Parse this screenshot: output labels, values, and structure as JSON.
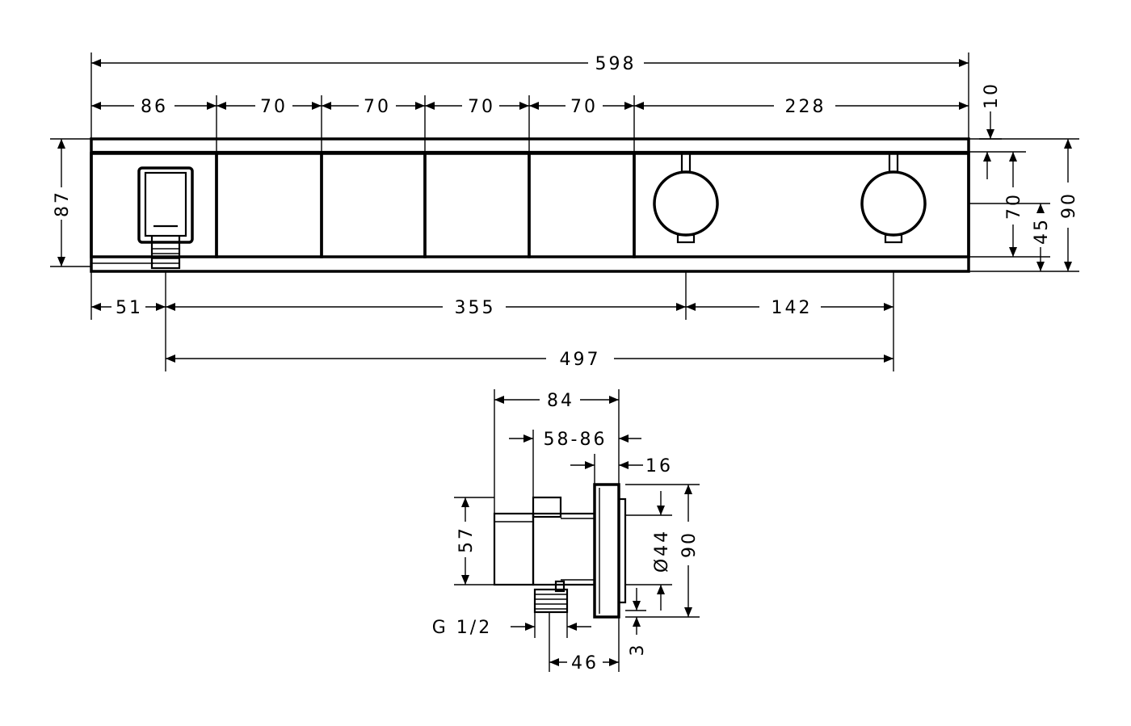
{
  "front_view": {
    "overall_width": "598",
    "segments": [
      "86",
      "70",
      "70",
      "70",
      "70",
      "228"
    ],
    "top_offset": "10",
    "height_left": "87",
    "height_right_inner": "70",
    "height_right_knob": "45",
    "height_right_total": "90",
    "bottom_left": "51",
    "bottom_middle": "355",
    "bottom_right": "142",
    "bottom_total": "497"
  },
  "side_view": {
    "depth_total": "84",
    "depth_range": "58-86",
    "plate_thickness": "16",
    "body_height": "57",
    "knob_diameter": "Ø44",
    "plate_height": "90",
    "thread_label": "G 1/2",
    "outlet_offset": "3",
    "outlet_depth": "46"
  },
  "colors": {
    "ink": "#000000",
    "paper": "#ffffff"
  }
}
